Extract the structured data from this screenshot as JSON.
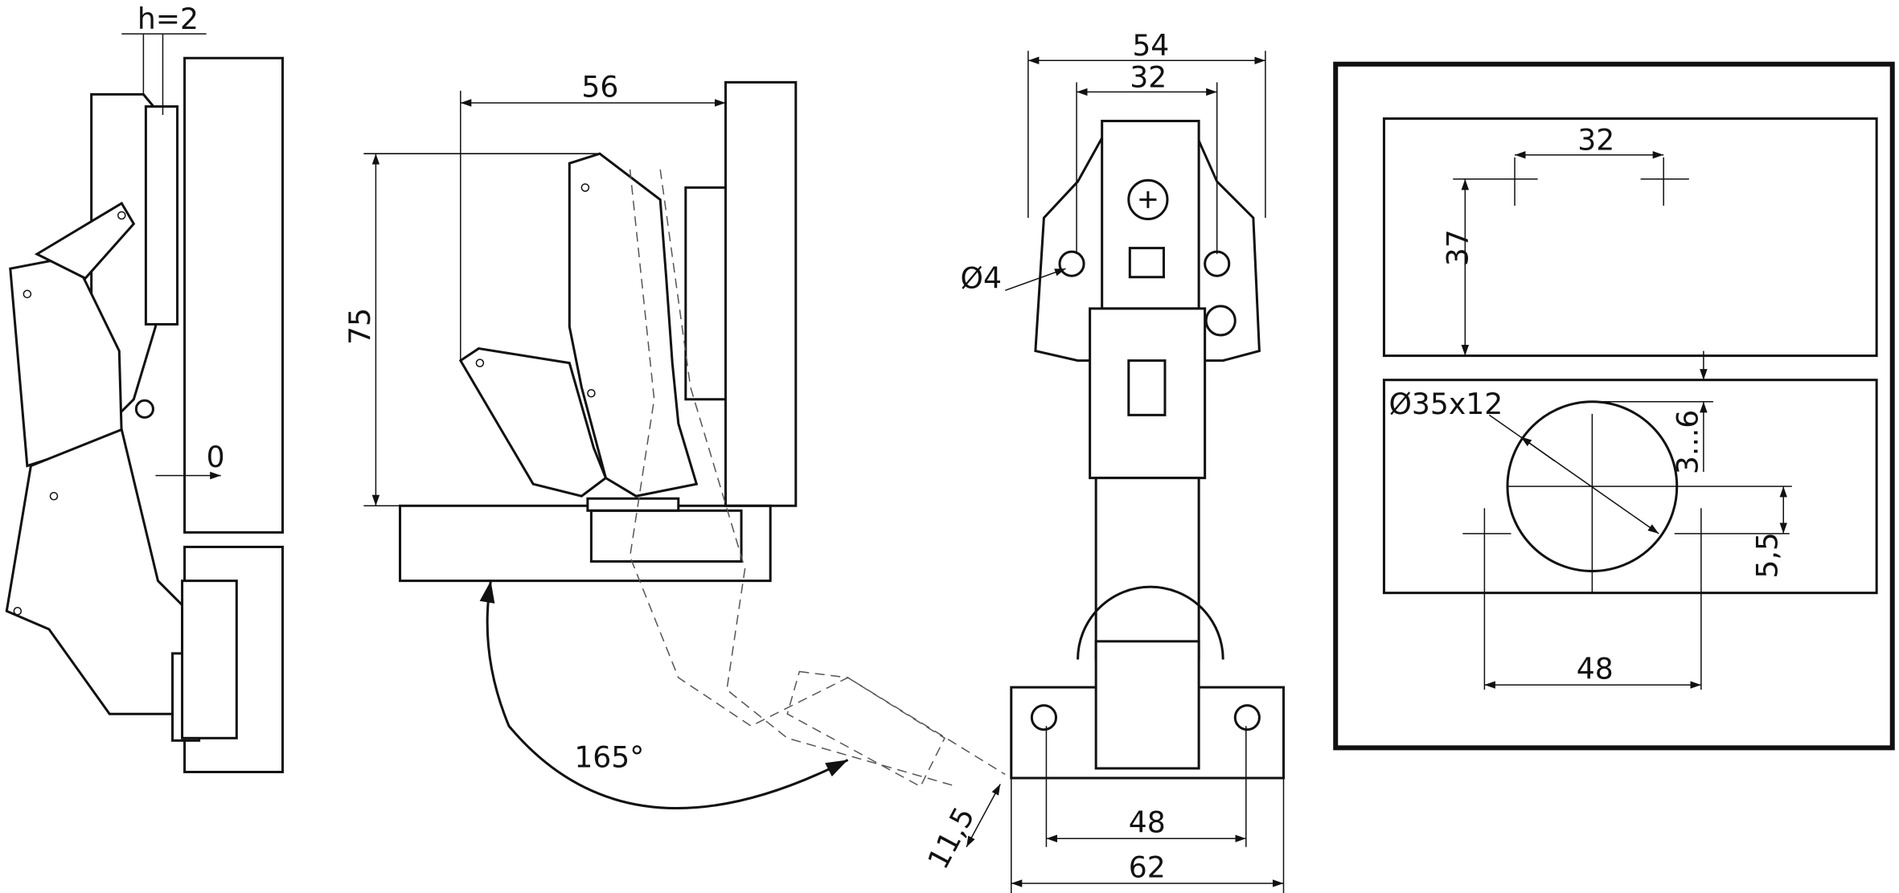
{
  "side_view": {
    "title_dim": "h=2",
    "gap_dim": "0"
  },
  "open_view": {
    "depth_dim": "56",
    "height_dim": "75",
    "angle": "165°",
    "offset_dim": "11,5"
  },
  "front_view": {
    "overall_width": "54",
    "screw_spacing": "32",
    "screw_hole": "Ø4",
    "base_spacing": "48",
    "base_width": "62"
  },
  "drilling_pattern": {
    "screw_spacing": "32",
    "vertical_offset": "37",
    "cup_hole": "Ø35x12",
    "edge_distance": "3...6",
    "cup_offset": "5,5",
    "base_spacing": "48"
  }
}
